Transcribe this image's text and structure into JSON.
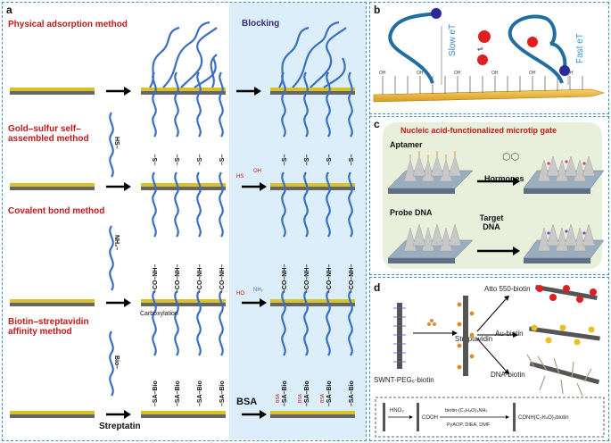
{
  "a": {
    "label": "a",
    "blocking": "Blocking",
    "methods": [
      "Physical adsorption method",
      "Gold–sulfur self–assembled method",
      "Covalent bond method",
      "Biotin–streptavidin affinity method"
    ],
    "hs": "HS–",
    "hs_link": "–S–",
    "mch": "HS",
    "mch_oh": "OH",
    "nh2_probe": "NH₂–",
    "conh": "–CO–NH–",
    "carboxylation": "Carboxylation",
    "eta_ho": "HO",
    "eta_nh2": "NH₂",
    "bio_probe": "Bio–",
    "sabio": "–SA–Bio",
    "streptatin": "Streptatin",
    "bsa": "BSA",
    "bsa_small": "BSA"
  },
  "b": {
    "label": "b",
    "slow": "Slow eT",
    "fast": "Fast eT",
    "oh": "OH"
  },
  "c": {
    "label": "c",
    "title": "Nucleic acid-functionalized microtip gate",
    "aptamer": "Aptamer",
    "hormones": "Hormones",
    "probe": "Probe DNA",
    "target": "Target DNA"
  },
  "d": {
    "label": "d",
    "streptavidin": "Streptavidin",
    "swnt": "SWNT-PEG₆-biotin",
    "atto": "Atto 550-biotin",
    "au": "Au-biotin",
    "dna": "DNA-biotin",
    "hno3": "HNO₃",
    "cooh": "COOH",
    "reagent": "biotin-(C₂H₄O)₃NH₂",
    "conditions": "PyAOP, DIEA, DMF",
    "product": "CONH(C₂H₄O)₃biotin"
  },
  "colors": {
    "border": "#3a8fd0",
    "red_title": "#c0191c",
    "gold": "#d8c22a",
    "substrate": "#666666",
    "dna": "#3b6fc0",
    "blue_shade": "#dbeef9",
    "gate_bg": "#e8f0dc"
  }
}
